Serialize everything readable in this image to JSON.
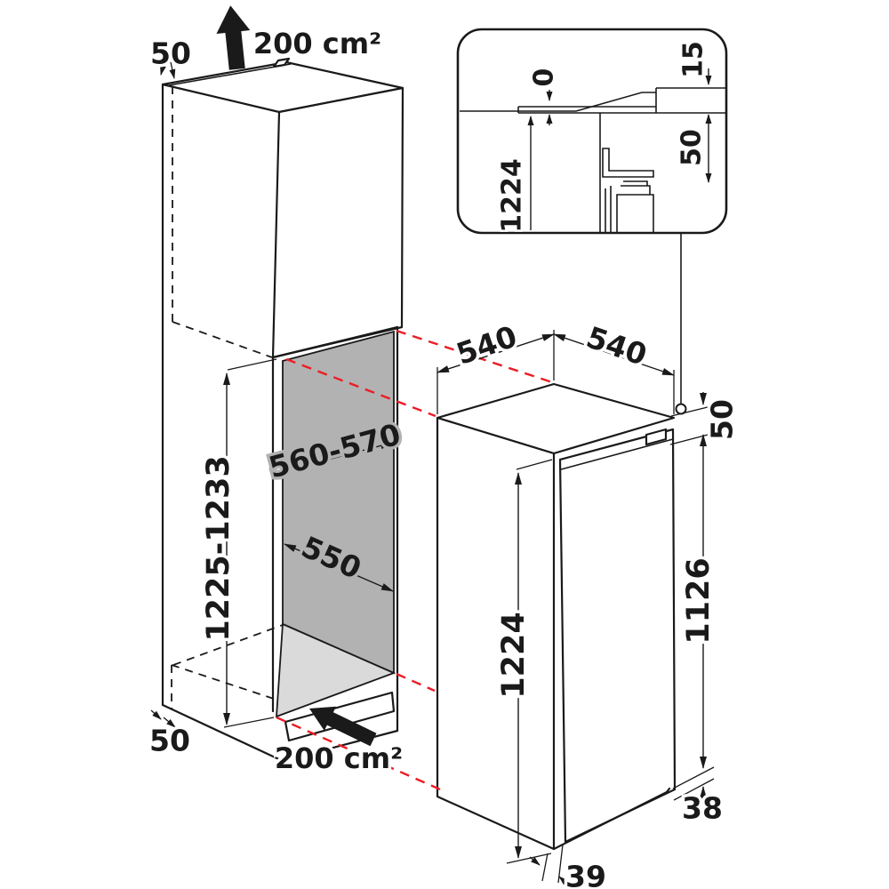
{
  "colors": {
    "line": "#1a1a1a",
    "projection_red": "#ec1c24",
    "niche_wall_gray": "#b2b2b2",
    "niche_floor_gray": "#dadada"
  },
  "cabinet": {
    "top_gap": "50",
    "top_vent_area": "200 cm²",
    "niche_width": "560-570",
    "niche_height": "1225-1233",
    "niche_depth": "550",
    "bottom_gap": "50",
    "bottom_vent_area": "200 cm²"
  },
  "detail_inset": {
    "flush_gap": "0",
    "top_recess": "15",
    "rear_clearance": "50",
    "niche_height": "1224"
  },
  "appliance": {
    "width_left": "540",
    "width_right": "540",
    "top_clearance": "50",
    "height": "1224",
    "door_height": "1126",
    "bottom_front_gap": "38",
    "door_thickness": "39"
  }
}
